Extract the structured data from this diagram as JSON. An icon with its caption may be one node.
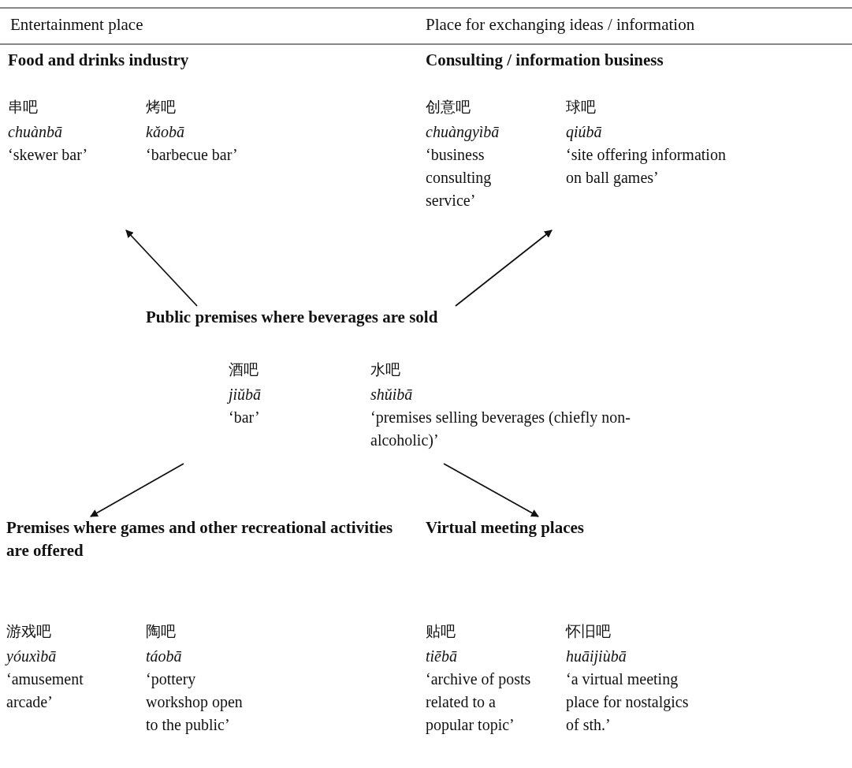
{
  "diagram": {
    "nodes": [
      {
        "text": [
          "Food and drinks industry"
        ]
      },
      {
        "text": [
          "串吧",
          "chuànbā",
          "‘skewer bar’"
        ],
        "in": 0
      },
      {
        "text": [
          "烤吧",
          "kǎobā",
          "‘barbecue bar’"
        ],
        "in": 0
      },
      {
        "text": [
          "Consulting / information business"
        ]
      },
      {
        "text": [
          "创意吧",
          "chuàngyìbā",
          "‘business consulting service’"
        ],
        "in": 3
      },
      {
        "text": [
          "球吧",
          "qiúbā",
          "‘site offering information on ball games’"
        ],
        "in": 3
      },
      {
        "text": [
          "Public premises where beverages are sold"
        ]
      },
      {
        "text": [
          "酒吧",
          "jiǔbā",
          "‘bar’"
        ],
        "in": 6
      },
      {
        "text": [
          "水吧",
          "shǔibā",
          "‘premises selling beverages (chiefly non-alcoholic)’"
        ],
        "in": 6
      },
      {
        "text": [
          "Premises where games and other recreational activities are offered"
        ]
      },
      {
        "text": [
          "游戏吧",
          "yóuxìbā",
          "‘amusement arcade’"
        ],
        "in": 9
      },
      {
        "text": [
          "陶吧",
          "táobā",
          "‘pottery workshop open to the public’"
        ],
        "in": 9
      },
      {
        "text": [
          "Virtual meeting places"
        ]
      },
      {
        "text": [
          "贴吧",
          "tiēbā",
          "‘archive of posts related to a popular topic’"
        ],
        "in": 12
      },
      {
        "text": [
          "怀旧吧",
          "huāijiùbā",
          "‘a virtual meeting place for nostalgics of sth.’"
        ],
        "in": 12
      }
    ],
    "edges": [
      {
        "from": 6,
        "to": 0,
        "arrow": "to"
      },
      {
        "from": 6,
        "to": 3,
        "arrow": "to"
      },
      {
        "from": 6,
        "to": 9,
        "arrow": "to"
      },
      {
        "from": 6,
        "to": 12,
        "arrow": "to"
      }
    ],
    "labels": [
      "Entertainment place",
      "Place for exchanging ideas / information"
    ]
  }
}
